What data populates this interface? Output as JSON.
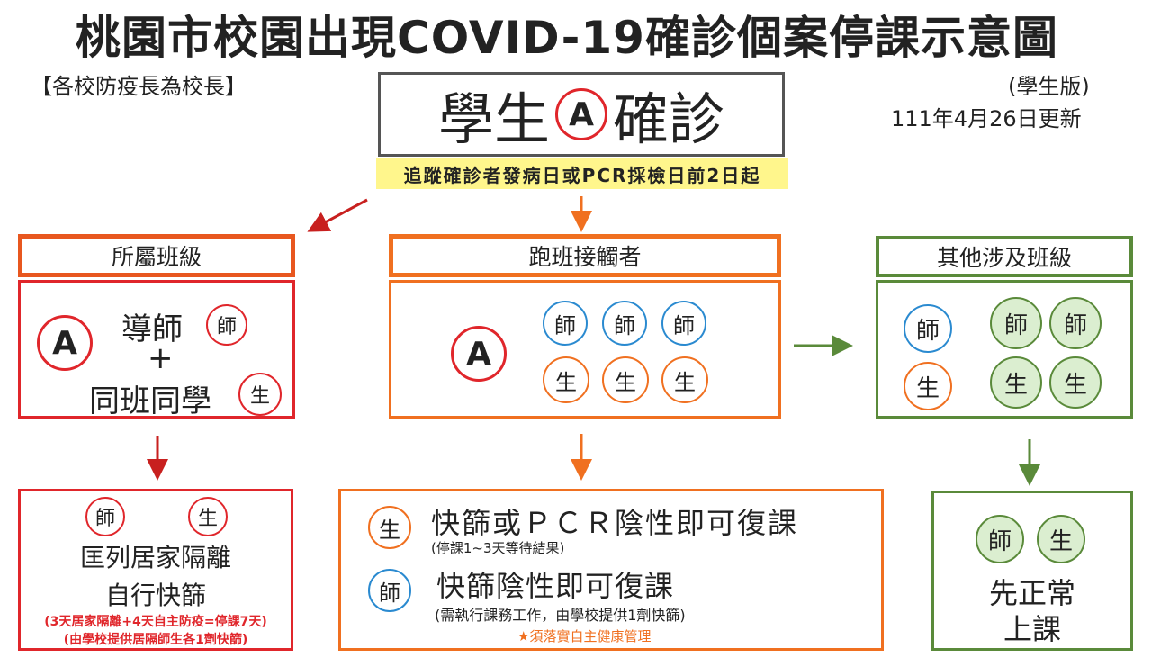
{
  "title": "桃園市校園出現COVID-19確診個案停課示意圖",
  "principal_note": "【各校防疫長為校長】",
  "edition": "(學生版)",
  "updated": "111年4月26日更新",
  "case": {
    "prefix": "學生",
    "letter": "A",
    "suffix": "確診"
  },
  "trace_note": "追蹤確診者發病日或PCR採檢日前2日起",
  "labels": {
    "teacher": "師",
    "student": "生",
    "case_letter": "A"
  },
  "colors": {
    "red": "#e0262b",
    "orange": "#f07020",
    "green": "#5a8a3a",
    "blue": "#2a8ad0",
    "highlight": "#fff68c"
  },
  "class_own": {
    "header": "所屬班級",
    "line1": "導師",
    "plus": "+",
    "line2": "同班同學"
  },
  "class_visit": {
    "header": "跑班接觸者"
  },
  "class_other": {
    "header": "其他涉及班級"
  },
  "outcome_own": {
    "line1": "匡列居家隔離",
    "line2": "自行快篩",
    "note1": "(3天居家隔離+4天自主防疫=停課7天)",
    "note2": "(由學校提供居隔師生各1劑快篩)"
  },
  "outcome_visit": {
    "student_text": "快篩或ＰＣＲ陰性即可復課",
    "student_note": "(停課1~3天等待結果)",
    "teacher_text": "快篩陰性即可復課",
    "teacher_note": "(需執行課務工作，由學校提供1劑快篩)",
    "health_note": "★須落實自主健康管理"
  },
  "outcome_other": {
    "line1": "先正常",
    "line2": "上課"
  }
}
